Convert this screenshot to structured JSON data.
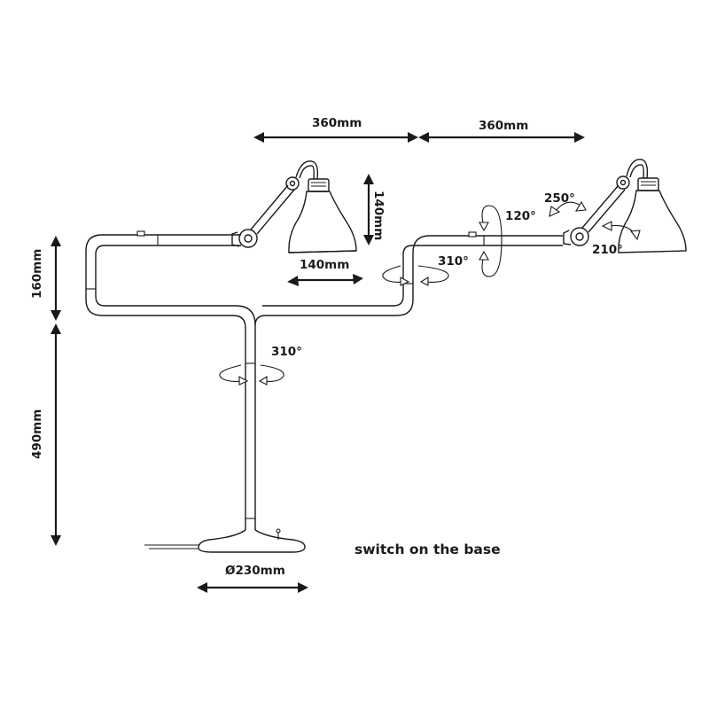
{
  "labels": {
    "reach_left": "360mm",
    "reach_right": "360mm",
    "shade_height": "140mm",
    "shade_width": "140mm",
    "upper_height": "160mm",
    "lower_height": "490mm",
    "base_diameter": "Ø230mm",
    "rot_arm_joint": "310°",
    "rot_stem": "310°",
    "rot_elbow": "120°",
    "rot_shade_top": "250°",
    "rot_shade_bottom": "210°",
    "switch_note": "switch on the base"
  },
  "icons": {
    "left_lamp": "lamp-head-icon",
    "right_lamp": "lamp-head-icon"
  }
}
